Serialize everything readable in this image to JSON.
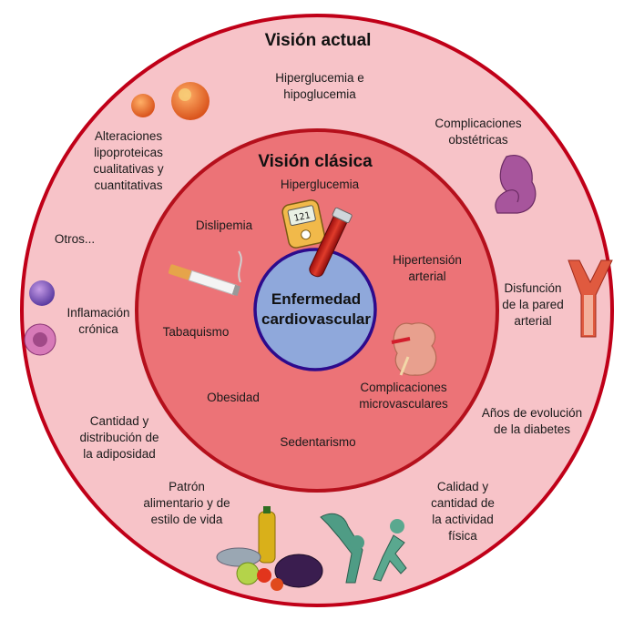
{
  "titles": {
    "outer": "Visión actual",
    "inner": "Visión clásica"
  },
  "center": "Enfermedad\ncardiovascular",
  "inner_ring": {
    "hiperglucemia": "Hiperglucemia",
    "dislipemia": "Dislipemia",
    "hipertension": "Hipertensión\narterial",
    "tabaquismo": "Tabaquismo",
    "obesidad": "Obesidad",
    "complicaciones_micro": "Complicaciones\nmicrovasculares",
    "sedentarismo": "Sedentarismo"
  },
  "outer_ring": {
    "hiper_hipo": "Hiperglucemia e\nhipoglucemia",
    "obstetricas": "Complicaciones\nobstétricas",
    "lipoproteicas": "Alteraciones\nlipoproteicas\ncualitativas y\ncuantitativas",
    "otros": "Otros...",
    "disfuncion": "Disfunción\nde la pared\narterial",
    "inflamacion": "Inflamación\ncrónica",
    "anos_evolucion": "Años de evolución\nde la diabetes",
    "adiposidad": "Cantidad y\ndistribución de\nla adiposidad",
    "patron": "Patrón\nalimentario y de\nestilo de vida",
    "actividad": "Calidad y\ncantidad de\nla actividad\nfísica"
  },
  "glucometer_reading": "121",
  "colors": {
    "outer_fill": "#f7c3c8",
    "outer_stroke": "#c00018",
    "inner_fill": "#ec7377",
    "inner_stroke": "#b5101c",
    "center_fill": "#8fa8db",
    "center_stroke": "#2d0a8c"
  },
  "icons": [
    "blood-cells-icon",
    "glucometer-icon",
    "cigarette-icon",
    "kidney-icon",
    "pregnant-belly-icon",
    "artery-icon",
    "white-blood-cell-icon",
    "healthy-food-icon",
    "exercising-people-icon"
  ]
}
